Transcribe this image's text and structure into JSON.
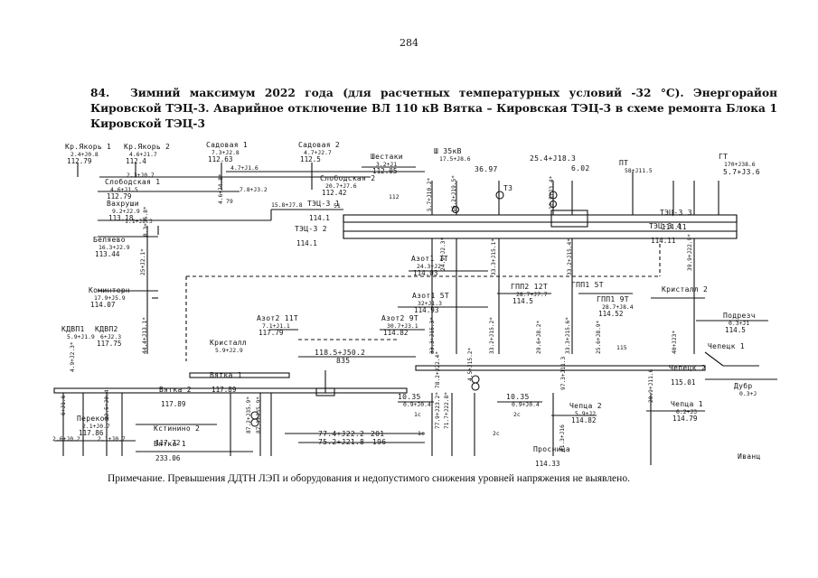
{
  "page": {
    "number": "284",
    "heading_number": "84.",
    "heading_text": "Зимний максимум 2022 года (для расчетных температурных условий -32 °С). Энергорайон Кировской ТЭЦ-3. Аварийное отключение ВЛ 110 кВ Вятка – Кировская ТЭЦ-3 в схеме ремонта Блока 1 Кировской ТЭЦ-3",
    "note": "Примечание. Превышения ДДТН ЛЭП и оборудования и недопустимого снижения уровней напряжения не выявлено."
  },
  "nodes": [
    {
      "id": "kr_yakor1",
      "name": "Кр.Якорь 1",
      "flow": "2.4+J0.8",
      "voltage": "112.79"
    },
    {
      "id": "kr_yakor2",
      "name": "Кр.Якорь 2",
      "flow": "4.6+J1.7",
      "voltage": "112.4"
    },
    {
      "id": "sadovaya1",
      "name": "Садовая 1",
      "flow": "7.3+J2.8",
      "voltage": "112.63"
    },
    {
      "id": "sadovaya2",
      "name": "Садовая 2",
      "flow": "4.7+J2.7",
      "voltage": "112.5"
    },
    {
      "id": "shestaki",
      "name": "Шестаки",
      "flow": "3.2+J1",
      "voltage": "112.05"
    },
    {
      "id": "sh35",
      "name": "Ш 35кВ",
      "flow": "17.5+J8.6"
    },
    {
      "id": "node36",
      "name": "36.97"
    },
    {
      "id": "t3",
      "name": "Т3"
    },
    {
      "id": "node25",
      "name": "25.4+J18.3"
    },
    {
      "id": "node602",
      "name": "6.02"
    },
    {
      "id": "pt",
      "name": "ПТ",
      "flow": "58+J11.5"
    },
    {
      "id": "gt",
      "name": "ГТ",
      "flow": "170+J38.6"
    },
    {
      "id": "gt_aux",
      "name": "5.7+J3.6"
    },
    {
      "id": "slobodskaya1",
      "name": "Слободская 1",
      "flow": "4.6+J1.5",
      "voltage": "112.79"
    },
    {
      "id": "slobodskaya2",
      "name": "Слободская 2",
      "flow": "20.7+J7.6",
      "voltage": "112.42"
    },
    {
      "id": "vahrushi",
      "name": "Вахруши",
      "flow": "9.2+J2.9",
      "voltage": "113.18"
    },
    {
      "id": "tec3_1",
      "name": "ТЭЦ-3 1",
      "voltage": "114.1"
    },
    {
      "id": "tec3_2",
      "name": "ТЭЦ-3 2",
      "voltage": "114.1"
    },
    {
      "id": "tec3_3",
      "name": "ТЭЦ-3 3",
      "voltage": "114.11"
    },
    {
      "id": "tec3_4",
      "name": "ТЭЦ-3 4",
      "voltage": "114.11"
    },
    {
      "id": "belyaevo",
      "name": "Беляево",
      "flow": "16.3+J2.9",
      "voltage": "113.44"
    },
    {
      "id": "azot1_1t",
      "name": "Азот1 1Т",
      "flow": "24.3+J2",
      "voltage": "114.03"
    },
    {
      "id": "kominterna",
      "name": "Коминтерн",
      "flow": "17.9+J5.9",
      "voltage": "114.07"
    },
    {
      "id": "azot1_5t",
      "name": "Азот1 5Т",
      "flow": "32+J1.3",
      "voltage": "114.93"
    },
    {
      "id": "gpp2_12t",
      "name": "ГПП2 12Т",
      "flow": "28.7+J7.7",
      "voltage": "114.5"
    },
    {
      "id": "gpp1_5t",
      "name": "ГПП1 5Т"
    },
    {
      "id": "gpp1_9t",
      "name": "ГПП1 9Т",
      "flow": "28.7+J8.4",
      "voltage": "114.52"
    },
    {
      "id": "kristall2",
      "name": "Кристалл 2"
    },
    {
      "id": "azot2_11t",
      "name": "Азот2 11Т",
      "flow": "7.1+J1.1",
      "voltage": "117.79"
    },
    {
      "id": "azot2_9t",
      "name": "Азот2 9Т",
      "flow": "30.7+J3.1",
      "voltage": "114.82"
    },
    {
      "id": "kdvp1",
      "name": "КДВП1",
      "flow": "5.9+J1.9"
    },
    {
      "id": "kdvp2",
      "name": "КДВП2",
      "flow": "6+J2.3",
      "voltage": "117.75"
    },
    {
      "id": "kristall1",
      "name": "Кристалл",
      "flow": "5.9+J2.9"
    },
    {
      "id": "node118",
      "name": "118.5+J50.2"
    },
    {
      "id": "node835",
      "name": "835"
    },
    {
      "id": "vyatka1",
      "name": "Вятка 1",
      "voltage": "117.89"
    },
    {
      "id": "vyatka2",
      "name": "Вятка 2",
      "voltage": "117.89"
    },
    {
      "id": "chepecha",
      "name": "Чепецк 1"
    },
    {
      "id": "chepecha2",
      "name": "Чепецк 2",
      "voltage": "115.01"
    },
    {
      "id": "podrezcha",
      "name": "Подрезч",
      "flow": "0.3+J1",
      "voltage": "114.5"
    },
    {
      "id": "dubrava",
      "name": "Дубр",
      "flow": "0.3+J"
    },
    {
      "id": "node1035a",
      "name": "10.35",
      "flow": "0.9+J0.4"
    },
    {
      "id": "node1035b",
      "name": "10.35",
      "flow": "0.9+J0.4"
    },
    {
      "id": "chepca2",
      "name": "Чепца 2",
      "flow": "5.9+J2",
      "voltage": "114.82"
    },
    {
      "id": "chepca1",
      "name": "Чепца 1",
      "flow": "6.2+J3",
      "voltage": "114.79"
    },
    {
      "id": "perekop",
      "name": "Перекоп",
      "flow": "2.1+J0.7",
      "voltage": "117.86"
    },
    {
      "id": "kstinino2",
      "name": "Кстинино 2",
      "voltage": "117.72"
    },
    {
      "id": "vyatka1b",
      "name": "Вятка 1",
      "voltage": "233.06"
    },
    {
      "id": "node77",
      "name": "77.4+J22.2"
    },
    {
      "id": "node201",
      "name": "201"
    },
    {
      "id": "node75",
      "name": "75.2+J21.8"
    },
    {
      "id": "node196",
      "name": "196"
    },
    {
      "id": "prosnica",
      "name": "Просница",
      "voltage": "114.33"
    },
    {
      "id": "ivanci",
      "name": "Иванц"
    }
  ],
  "flows": [
    {
      "id": "f1",
      "text": "2.3+J0.7"
    },
    {
      "id": "f2",
      "text": "4.7+J1.6"
    },
    {
      "id": "f3",
      "text": "7.8+J3.2"
    },
    {
      "id": "f4",
      "text": "15.8+J7.8"
    },
    {
      "id": "f5",
      "text": "1.1+J3.3"
    },
    {
      "id": "f6",
      "text": "2.6+J0.2"
    },
    {
      "id": "f7",
      "text": "2.1+J0.7"
    },
    {
      "id": "f8",
      "text": "1c"
    },
    {
      "id": "f9",
      "text": "2c"
    },
    {
      "id": "f10",
      "text": "1c"
    },
    {
      "id": "f11",
      "text": "2c"
    },
    {
      "id": "f12",
      "text": "51"
    },
    {
      "id": "f13",
      "text": "112"
    },
    {
      "id": "f14",
      "text": "79"
    },
    {
      "id": "f15",
      "text": "115"
    }
  ],
  "vertical_labels": [
    {
      "id": "v1",
      "text": "4.6+J4.8*"
    },
    {
      "id": "v2",
      "text": "5.7+J10.2*"
    },
    {
      "id": "v3",
      "text": "16.2+J19.5*"
    },
    {
      "id": "v4",
      "text": "12.5+J3.4*"
    },
    {
      "id": "v5",
      "text": "8.3+J6.8*"
    },
    {
      "id": "v6",
      "text": "25+J2.1*"
    },
    {
      "id": "v7",
      "text": "24.9+J2.3*"
    },
    {
      "id": "v8",
      "text": "33.3+J15.1*"
    },
    {
      "id": "v9",
      "text": "33.2+J15.4*"
    },
    {
      "id": "v10",
      "text": "39.9+J22.9*"
    },
    {
      "id": "v11",
      "text": "4.9+J2.3*"
    },
    {
      "id": "v12",
      "text": "44.4+J13.1*"
    },
    {
      "id": "v13",
      "text": "33.2+J15.2*"
    },
    {
      "id": "v14",
      "text": "33.3+J15.3*"
    },
    {
      "id": "v15",
      "text": "29.6+J8.2*"
    },
    {
      "id": "v16",
      "text": "33.3+J15.6*"
    },
    {
      "id": "v17",
      "text": "25.6+J8.9*"
    },
    {
      "id": "v18",
      "text": "40+J23*"
    },
    {
      "id": "v19",
      "text": "6+J1.6"
    },
    {
      "id": "v20",
      "text": "22.5+J0.4"
    },
    {
      "id": "v21",
      "text": "87.2+J35.9*"
    },
    {
      "id": "v22",
      "text": "87.1+J35.9*"
    },
    {
      "id": "v23",
      "text": "78.2+J22.4*"
    },
    {
      "id": "v24",
      "text": "77.9+J23.2*"
    },
    {
      "id": "v25",
      "text": "71.7+J22.8*"
    },
    {
      "id": "v26",
      "text": "4.5+J15.2*"
    },
    {
      "id": "v27",
      "text": "97.3+J11.3"
    },
    {
      "id": "v28",
      "text": "20.9+J11.6"
    },
    {
      "id": "v29",
      "text": "41.3+J16"
    }
  ]
}
